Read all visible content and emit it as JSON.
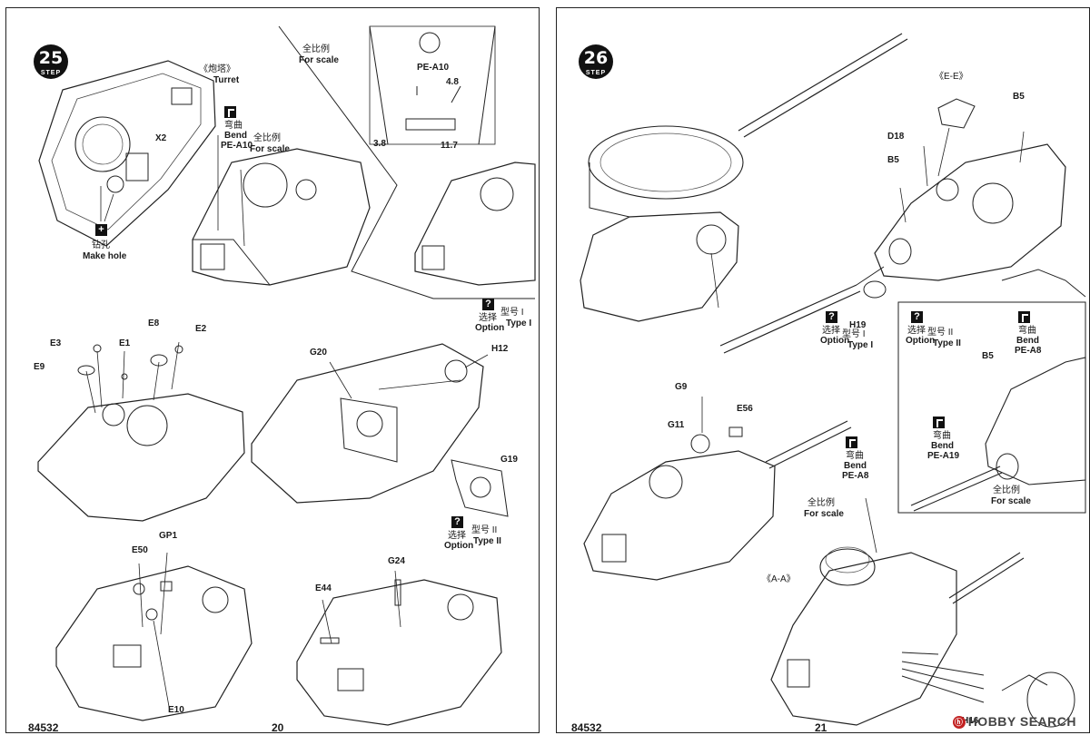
{
  "pages": [
    {
      "number": "20",
      "code": "84532",
      "step": "25",
      "step_word": "STEP",
      "labels": {
        "turret_cn": "《炮塔》",
        "turret_en": "Turret",
        "bend_cn": "弯曲",
        "bend_en": "Bend",
        "bend_part": "PE-A10",
        "scale_cn_1": "全比例",
        "scale_en_1": "For scale",
        "scale_cn_2": "全比例",
        "scale_en_2": "For scale",
        "pe_top": "PE-A10",
        "dim_48": "4.8",
        "dim_38": "3.8",
        "dim_117": "11.7",
        "drill_cn": "钻孔",
        "drill_en": "Make hole",
        "opt1_cn": "选择",
        "opt1_en": "Option",
        "type1_cn": "型号 I",
        "type1_en": "Type I",
        "opt2_cn": "选择",
        "opt2_en": "Option",
        "type2_cn": "型号 II",
        "type2_en": "Type II",
        "parts_a": [
          "E3",
          "E9",
          "E1",
          "E8",
          "E2"
        ],
        "parts_b": [
          "G20",
          "H12",
          "G19"
        ],
        "parts_c": [
          "E50",
          "GP1",
          "E10"
        ],
        "parts_d": [
          "G24",
          "E44"
        ],
        "x2": "X2"
      }
    },
    {
      "number": "21",
      "code": "84532",
      "step": "26",
      "step_word": "STEP",
      "labels": {
        "ee": "《E-E》",
        "aa": "《A-A》",
        "b5_a": "B5",
        "b5_b": "B5",
        "b5_c": "B5",
        "d18": "D18",
        "h19": "H19",
        "opt1_cn": "选择",
        "opt1_en": "Option",
        "type1_cn": "型号 I",
        "type1_en": "Type I",
        "opt2_cn": "选择",
        "opt2_en": "Option",
        "type2_cn": "型号 II",
        "type2_en": "Type II",
        "bend1_cn": "弯曲",
        "bend1_en": "Bend",
        "bend1_part": "PE-A8",
        "bend2_cn": "弯曲",
        "bend2_en": "Bend",
        "bend2_part": "PE-A19",
        "bend3_cn": "弯曲",
        "bend3_en": "Bend",
        "bend3_part": "PE-A8",
        "scale1_cn": "全比例",
        "scale1_en": "For scale",
        "scale2_cn": "全比例",
        "scale2_en": "For scale",
        "g9": "G9",
        "g11": "G11",
        "e56": "E56",
        "h16": "H16"
      }
    }
  ],
  "watermark": {
    "text": "HOBBY SEARCH",
    "color": "#c22222"
  }
}
